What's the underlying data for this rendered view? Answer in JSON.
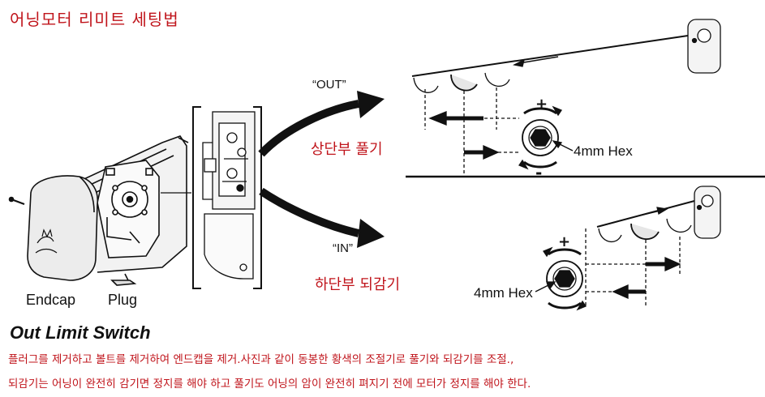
{
  "title": "어닝모터 리미트 세팅법",
  "labels": {
    "out": "“OUT”",
    "in": "“IN”",
    "top_action": "상단부 풀기",
    "bottom_action": "하단부 되감기",
    "hex_top": "4mm Hex",
    "hex_bottom": "4mm Hex",
    "endcap": "Endcap",
    "plug": "Plug",
    "plus_top": "+",
    "minus_top": "-",
    "plus_bottom": "+"
  },
  "heading": "Out Limit Switch",
  "notes": [
    "플러그를 제거하고 볼트를 제거하여 엔드캡을 제거.사진과 같이 동봉한 황색의 조절기로 풀기와 되감기를 조절.,",
    "되감기는 어닝이 완전히 감기면 정지를 해야 하고 풀기도 어닝의 암이 완전히 펴지기 전에 모터가 정지를 해야 한다."
  ]
}
